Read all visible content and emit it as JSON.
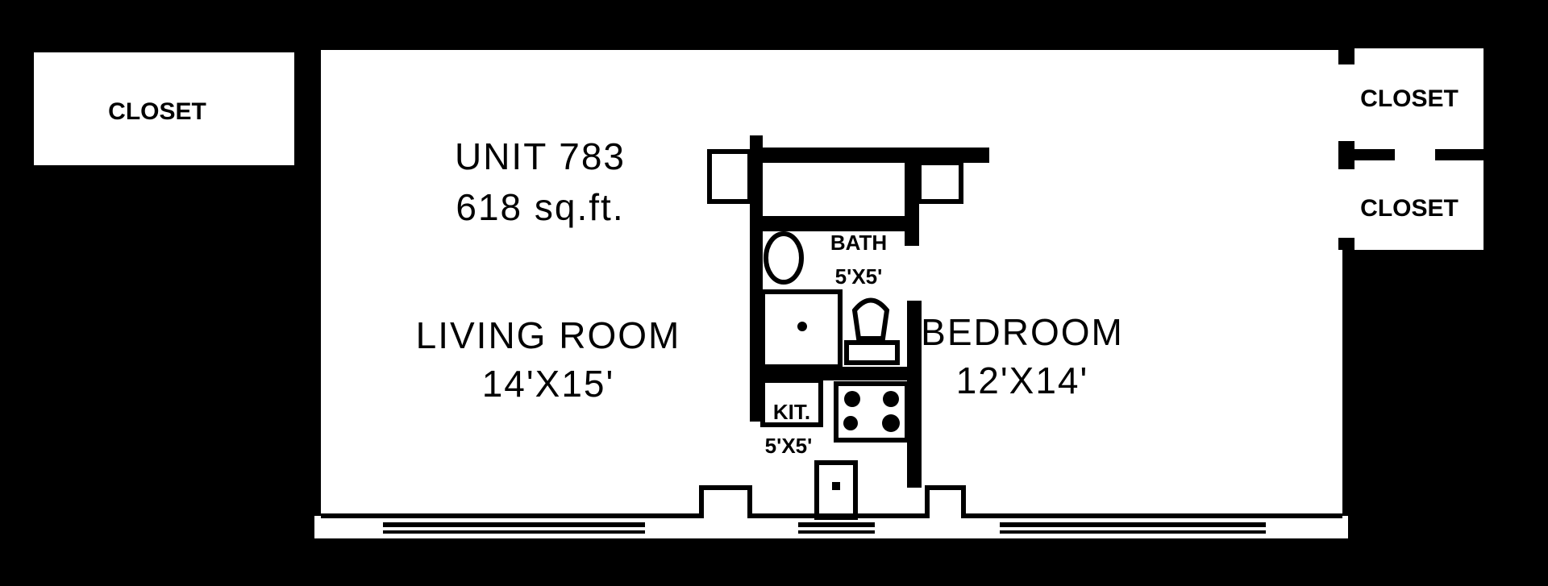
{
  "unit": {
    "title": "UNIT 783",
    "area": "618 sq.ft."
  },
  "rooms": {
    "living": {
      "name": "LIVING ROOM",
      "size": "14'X15'"
    },
    "bedroom": {
      "name": "BEDROOM",
      "size": "12'X14'"
    },
    "bath": {
      "name": "BATH",
      "size": "5'X5'"
    },
    "kitchen": {
      "name": "KIT.",
      "size": "5'X5'"
    },
    "closet_left": {
      "name": "CLOSET"
    },
    "closet_right_top": {
      "name": "CLOSET"
    },
    "closet_right_bottom": {
      "name": "CLOSET"
    }
  },
  "colors": {
    "wall": "#000000",
    "floor": "#ffffff"
  }
}
